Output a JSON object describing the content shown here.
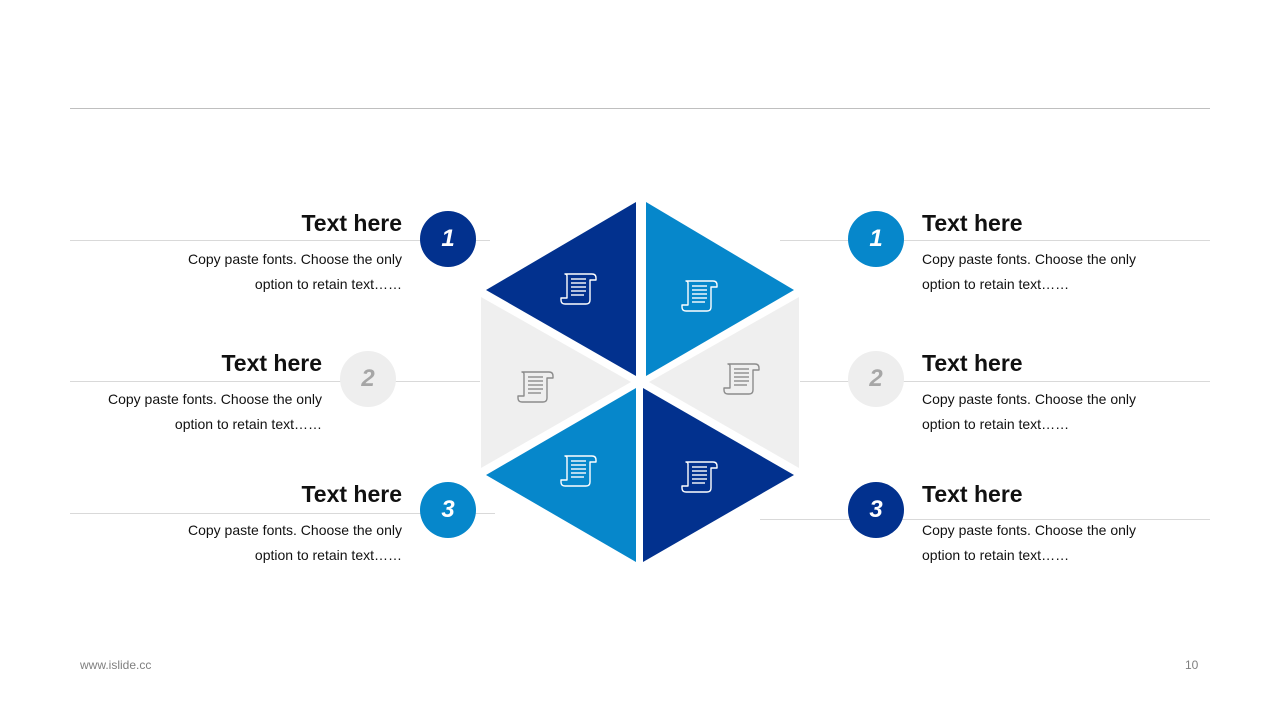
{
  "colors": {
    "navy": "#02318e",
    "blue": "#0687cb",
    "light_gray": "#efefef",
    "badge_light": "#eeeeee"
  },
  "icon": "scroll-document-icon",
  "left_items": [
    {
      "number": "1",
      "title": "Text here",
      "desc_line1": "Copy paste fonts. Choose the only",
      "desc_line2": "option to retain text……"
    },
    {
      "number": "2",
      "title": "Text here",
      "desc_line1": "Copy paste fonts. Choose the only",
      "desc_line2": "option to retain text……"
    },
    {
      "number": "3",
      "title": "Text here",
      "desc_line1": "Copy paste fonts. Choose the only",
      "desc_line2": "option to retain text……"
    }
  ],
  "right_items": [
    {
      "number": "1",
      "title": "Text here",
      "desc_line1": "Copy paste fonts. Choose the only",
      "desc_line2": "option to retain text……"
    },
    {
      "number": "2",
      "title": "Text here",
      "desc_line1": "Copy paste fonts. Choose the only",
      "desc_line2": "option to retain text……"
    },
    {
      "number": "3",
      "title": "Text here",
      "desc_line1": "Copy paste fonts. Choose the only",
      "desc_line2": "option to retain text……"
    }
  ],
  "footer": {
    "url": "www.islide.cc",
    "page": "10"
  }
}
